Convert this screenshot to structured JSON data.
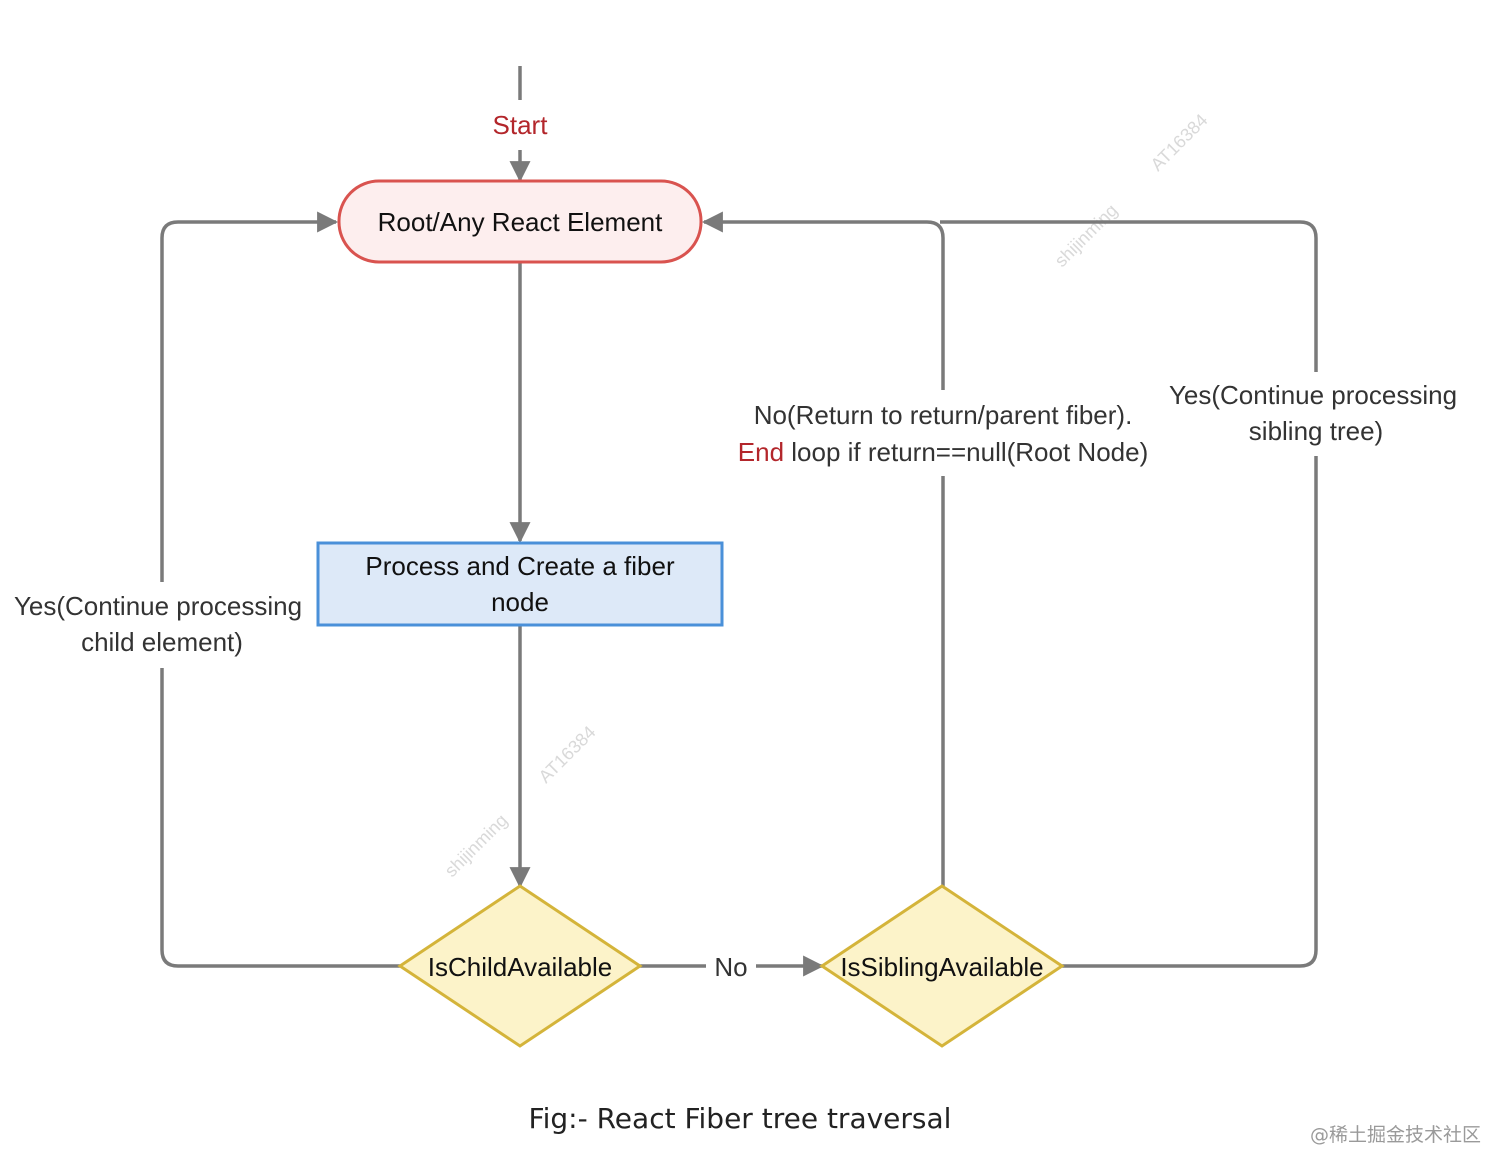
{
  "diagram": {
    "start_label": "Start",
    "root_node": "Root/Any React Element",
    "process_node": {
      "line1": "Process and Create a fiber",
      "line2": "node"
    },
    "child_check": "IsChildAvailable",
    "sibling_check": "IsSiblingAvailable",
    "edge_no": "No",
    "edge_yes_child": {
      "line1": "Yes(Continue processing",
      "line2": "child element)"
    },
    "edge_return": {
      "line1": "No(Return to return/parent fiber).",
      "line2_highlight": "End",
      "line2_rest": " loop if return==null(Root Node)"
    },
    "edge_yes_sibling": {
      "line1": "Yes(Continue processing",
      "line2": "sibling tree)"
    },
    "caption": "Fig:- React Fiber tree traversal"
  },
  "watermarks": {
    "user": "shijinming",
    "id": "AT16384",
    "site": "@稀土掘金技术社区"
  },
  "colors": {
    "start_text": "#b3262b",
    "root_stroke": "#d9534f",
    "root_fill": "#fdeeee",
    "process_stroke": "#4a90d9",
    "process_fill": "#dde9f8",
    "decision_stroke": "#d4b43a",
    "decision_fill": "#fcf3c9",
    "edge": "#7a7a7a",
    "highlight_text": "#b3262b"
  }
}
